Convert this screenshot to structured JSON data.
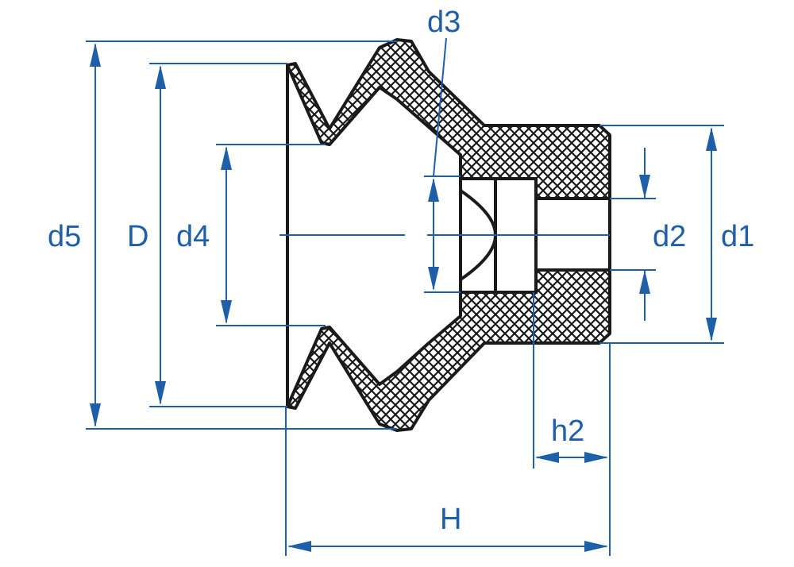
{
  "labels": {
    "d1": "d1",
    "d2": "d2",
    "d3": "d3",
    "d4": "d4",
    "d5": "d5",
    "D": "D",
    "H": "H",
    "h2": "h2"
  },
  "colors": {
    "dimension": "#1f5ea8",
    "outline": "#1a1a1a",
    "hatch": "#1a1a1a",
    "background": "#ffffff"
  }
}
